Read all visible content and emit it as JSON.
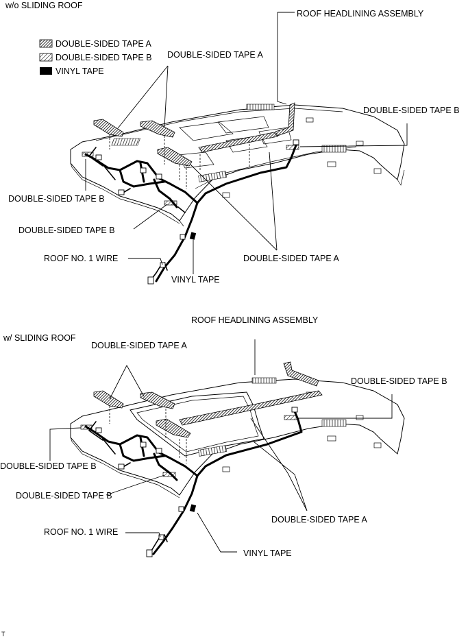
{
  "diagram": {
    "top": {
      "variant_label": "w/o SLIDING ROOF",
      "legend": [
        {
          "label": "DOUBLE-SIDED TAPE A",
          "pattern": "hatch-dense"
        },
        {
          "label": "DOUBLE-SIDED TAPE B",
          "pattern": "hatch-diagonal"
        },
        {
          "label": "VINYL TAPE",
          "pattern": "solid-black"
        }
      ],
      "labels": {
        "roof_headlining": "ROOF HEADLINING ASSEMBLY",
        "tape_a_upper": "DOUBLE-SIDED TAPE A",
        "tape_b_right": "DOUBLE-SIDED TAPE B",
        "tape_b_left": "DOUBLE-SIDED TAPE B",
        "tape_b_lower": "DOUBLE-SIDED TAPE B",
        "roof_wire": "ROOF NO. 1 WIRE",
        "tape_a_lower": "DOUBLE-SIDED TAPE A",
        "vinyl_tape": "VINYL TAPE"
      }
    },
    "bottom": {
      "variant_label": "w/ SLIDING ROOF",
      "labels": {
        "roof_headlining": "ROOF HEADLINING ASSEMBLY",
        "tape_a_upper": "DOUBLE-SIDED TAPE A",
        "tape_b_right": "DOUBLE-SIDED TAPE B",
        "tape_b_left": "DOUBLE-SIDED TAPE B",
        "tape_b_lower": "DOUBLE-SIDED TAPE B",
        "roof_wire": "ROOF NO. 1 WIRE",
        "tape_a_lower": "DOUBLE-SIDED TAPE A",
        "vinyl_tape": "VINYL TAPE"
      }
    },
    "footer_code": "T"
  }
}
